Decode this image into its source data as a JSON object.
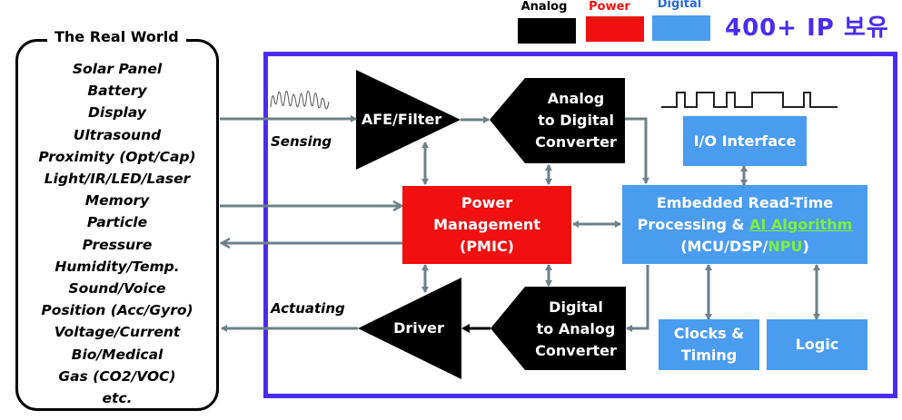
{
  "legend": {
    "items": [
      {
        "label": "Analog",
        "color": "#000000",
        "text_color": "#000000"
      },
      {
        "label": "Power",
        "color": "#f01010",
        "text_color": "#f01010"
      },
      {
        "label": "Digital",
        "color": "#4a9cf0",
        "text_color": "#2a6ad8"
      }
    ]
  },
  "headline": "400+ IP 보유",
  "real_world": {
    "title": "The Real World",
    "items": [
      "Solar Panel",
      "Battery",
      "Display",
      "Ultrasound",
      "Proximity (Opt/Cap)",
      "Light/IR/LED/Laser",
      "Memory",
      "Particle",
      "Pressure",
      "Humidity/Temp.",
      "Sound/Voice",
      "Position (Acc/Gyro)",
      "Voltage/Current",
      "Bio/Medical",
      "Gas (CO2/VOC)",
      "etc."
    ]
  },
  "labels": {
    "sensing": "Sensing",
    "actuating": "Actuating"
  },
  "blocks": {
    "afe": "AFE/Filter",
    "adc_line1": "Analog",
    "adc_line2": "to Digital",
    "adc_line3": "Converter",
    "pmic_line1": "Power",
    "pmic_line2": "Management",
    "pmic_line3": "(PMIC)",
    "io": "I/O Interface",
    "proc_line1": "Embedded Read-Time",
    "proc_line2_prefix": "Processing & ",
    "proc_line2_highlight": "AI Algorithm",
    "proc_line3_prefix": "(MCU/DSP/",
    "proc_line3_highlight": "NPU",
    "proc_line3_suffix": ")",
    "dac_line1": "Digital",
    "dac_line2": "to Analog",
    "dac_line3": "Converter",
    "driver": "Driver",
    "clocks_line1": "Clocks &",
    "clocks_line2": "Timing",
    "logic": "Logic"
  },
  "colors": {
    "frame": "#4a2cf0",
    "analog": "#000000",
    "power": "#f01010",
    "digital": "#4a9cf0",
    "highlight": "#7cf03a",
    "arrow": "#6e8088"
  }
}
